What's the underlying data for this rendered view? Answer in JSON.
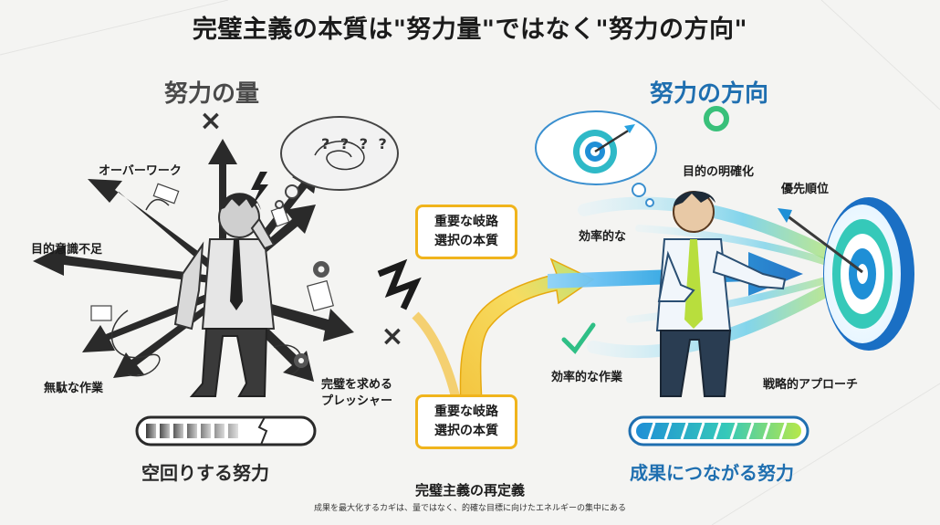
{
  "title": "完璧主義の本質は\"努力量\"ではなく\"努力の方向\"",
  "left": {
    "heading": "努力の量",
    "mark": "×",
    "labels": {
      "overwork": "オーバーワーク",
      "lack_purpose": "目的意識不足",
      "wasted_work": "無駄な作業",
      "pressure_line1": "完璧を求める",
      "pressure_line2": "プレッシャー"
    },
    "bar_caption": "空回りする努力",
    "thought_symbols": "? ? ? ?"
  },
  "center": {
    "callout_top_line1": "重要な岐路",
    "callout_top_line2": "選択の本質",
    "callout_bottom_line1": "重要な岐路",
    "callout_bottom_line2": "選択の本質",
    "mark": "×"
  },
  "right": {
    "heading": "努力の方向",
    "mark": "○",
    "labels": {
      "clarify": "目的の明確化",
      "priority": "優先順位",
      "efficient": "効率的な",
      "efficient_work": "効率的な作業",
      "strategic": "戦略的アプローチ"
    },
    "bar_caption": "成果につながる努力"
  },
  "footer": {
    "title": "完璧主義の再定義",
    "subtitle": "成果を最大化するカギは、量ではなく、的確な目標に向けたエネルギーの集中にある"
  },
  "colors": {
    "accent_blue": "#1f6fb0",
    "accent_gold": "#f0b41c",
    "accent_green": "#3fbf7f",
    "dark_gray": "#2a2a2a"
  }
}
